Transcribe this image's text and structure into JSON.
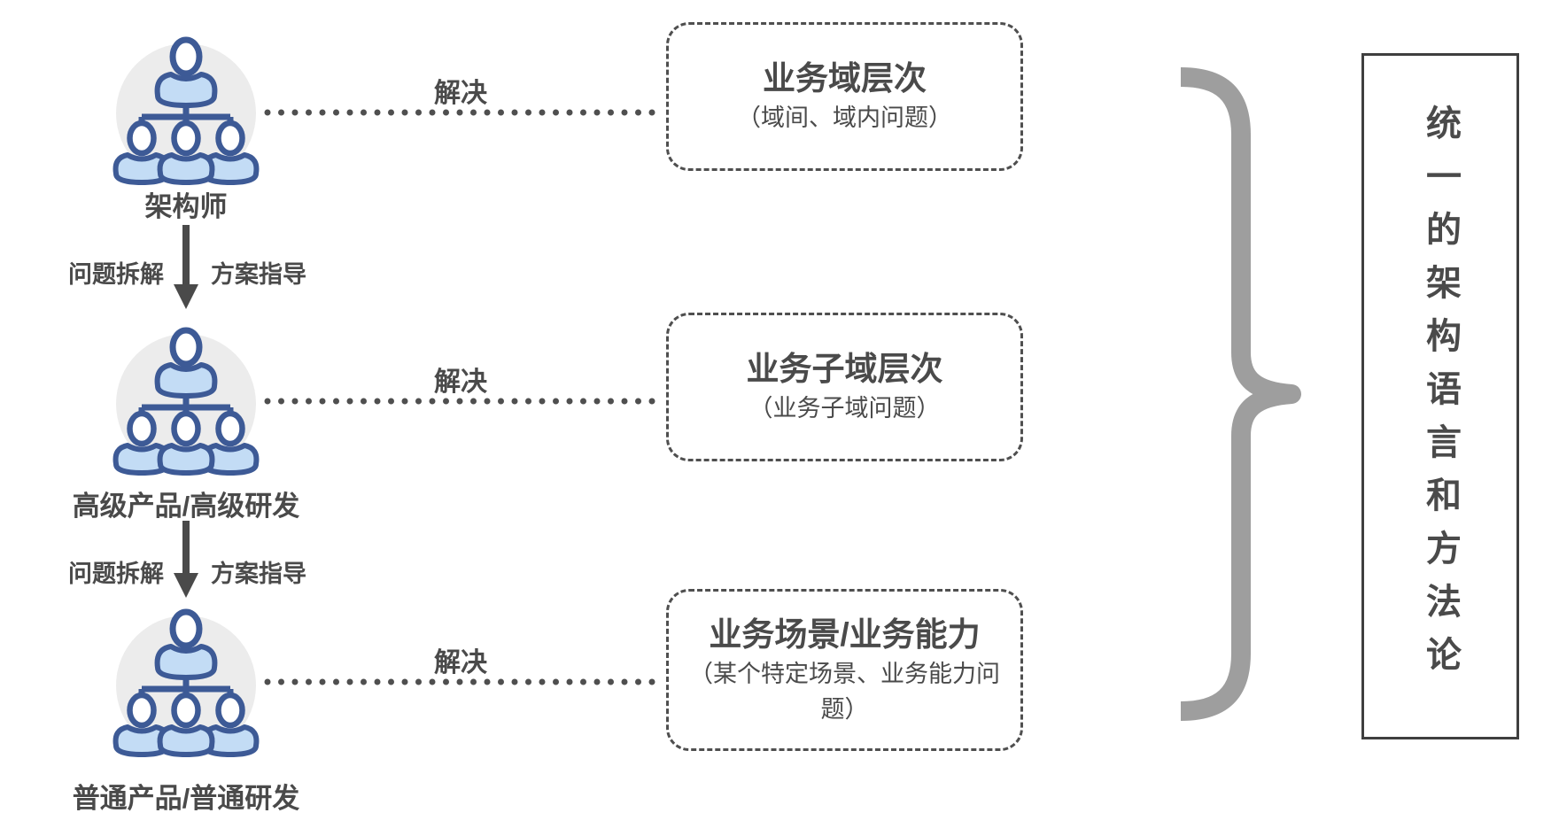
{
  "diagram": {
    "roles": [
      {
        "label": "架构师"
      },
      {
        "label": "高级产品/高级研发"
      },
      {
        "label": "普通产品/普通研发"
      }
    ],
    "transitions": [
      {
        "left_label": "问题拆解",
        "right_label": "方案指导"
      },
      {
        "left_label": "问题拆解",
        "right_label": "方案指导"
      }
    ],
    "connectors": [
      {
        "label": "解决"
      },
      {
        "label": "解决"
      },
      {
        "label": "解决"
      }
    ],
    "levels": [
      {
        "title": "业务域层次",
        "subtitle": "（域间、域内问题）"
      },
      {
        "title": "业务子域层次",
        "subtitle": "（业务子域问题）"
      },
      {
        "title": "业务场景/业务能力",
        "subtitle": "（某个特定场景、业务能力问题）"
      }
    ],
    "conclusion": {
      "text": "统一的架构语言和方法论"
    },
    "colors": {
      "text": "#4a4a4a",
      "dash_line": "#4f4f4f",
      "icon_stroke": "#3d5a96",
      "icon_body_fill": "#c3dcf5",
      "icon_circle_bg": "#ececec",
      "brace": "#9e9e9e",
      "conclusion_border": "#3f3f3f"
    }
  }
}
